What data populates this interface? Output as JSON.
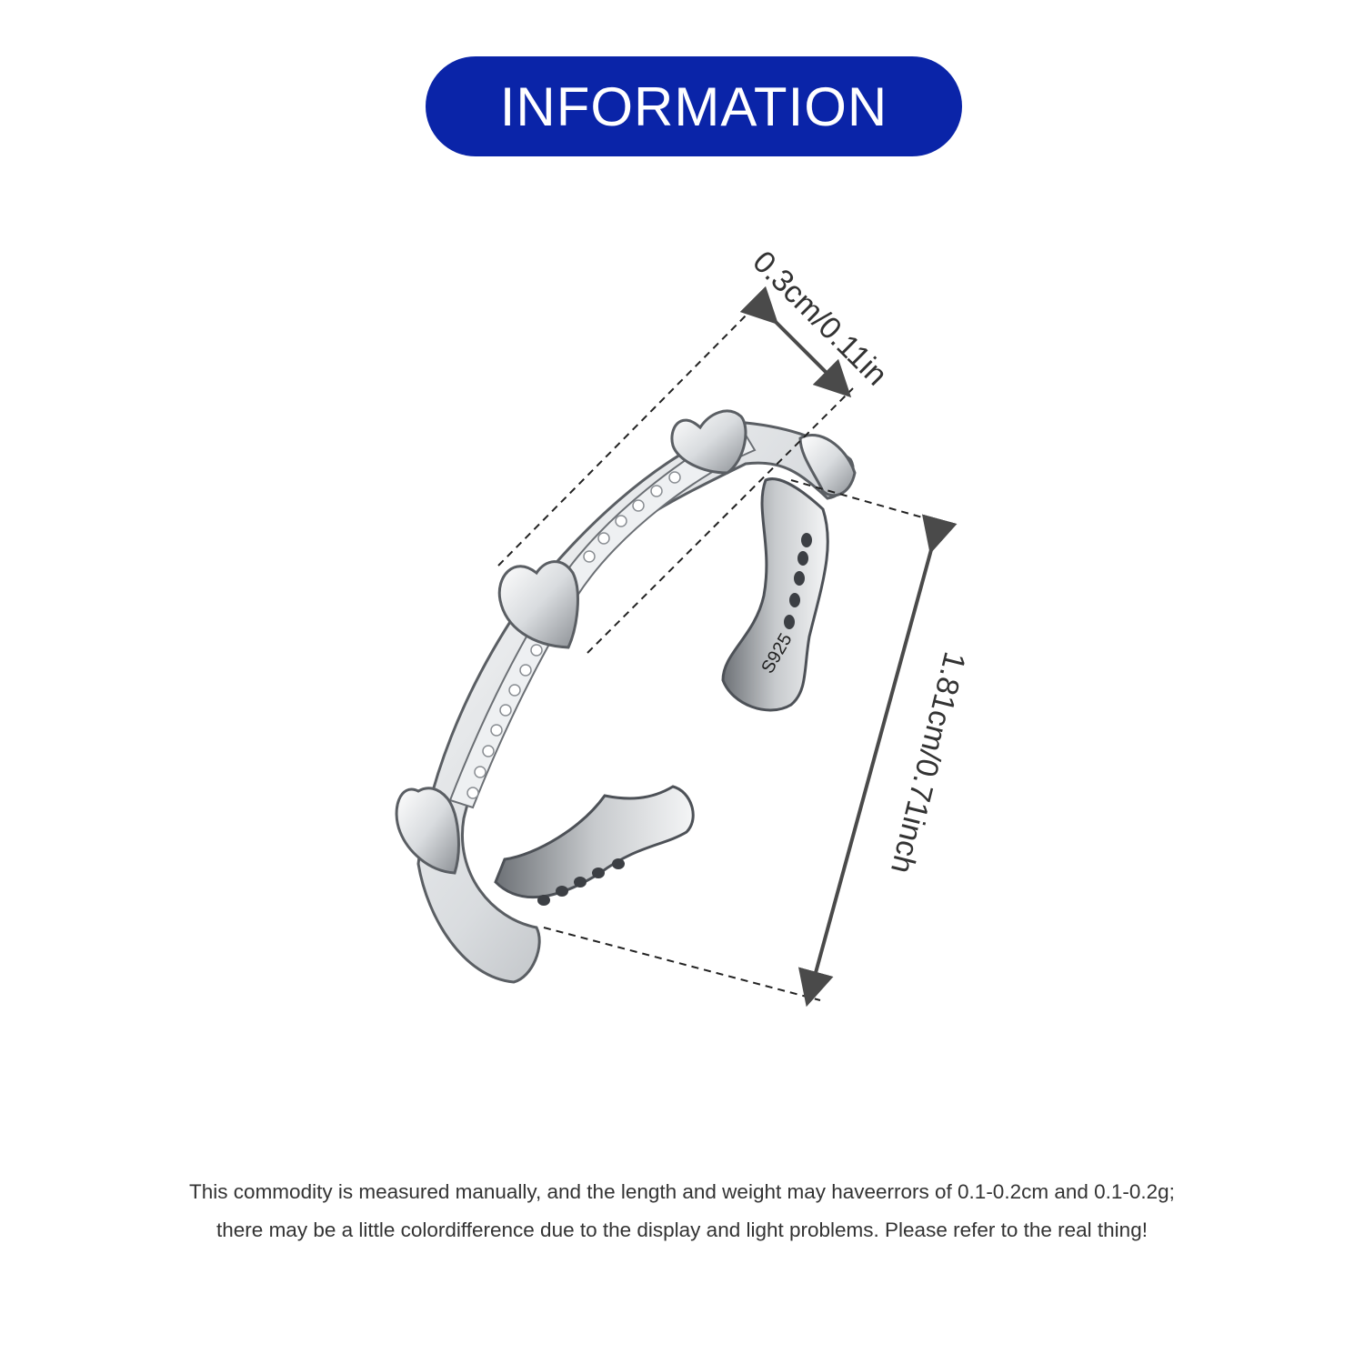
{
  "header": {
    "title": "INFORMATION",
    "background_color": "#0a24a8",
    "text_color": "#ffffff"
  },
  "product": {
    "image_description_icon": "open-ring-icon",
    "stamp": "S925"
  },
  "dimensions": {
    "width_label": "0.3cm/0.11in",
    "height_label": "1.81cm/0.71inch"
  },
  "disclaimer": {
    "line1": "This commodity is measured manually, and the length and weight may haveerrors of 0.1-0.2cm and 0.1-0.2g;",
    "line2": "there may be a little colordifference due to the display and light problems. Please refer to the real thing!"
  }
}
